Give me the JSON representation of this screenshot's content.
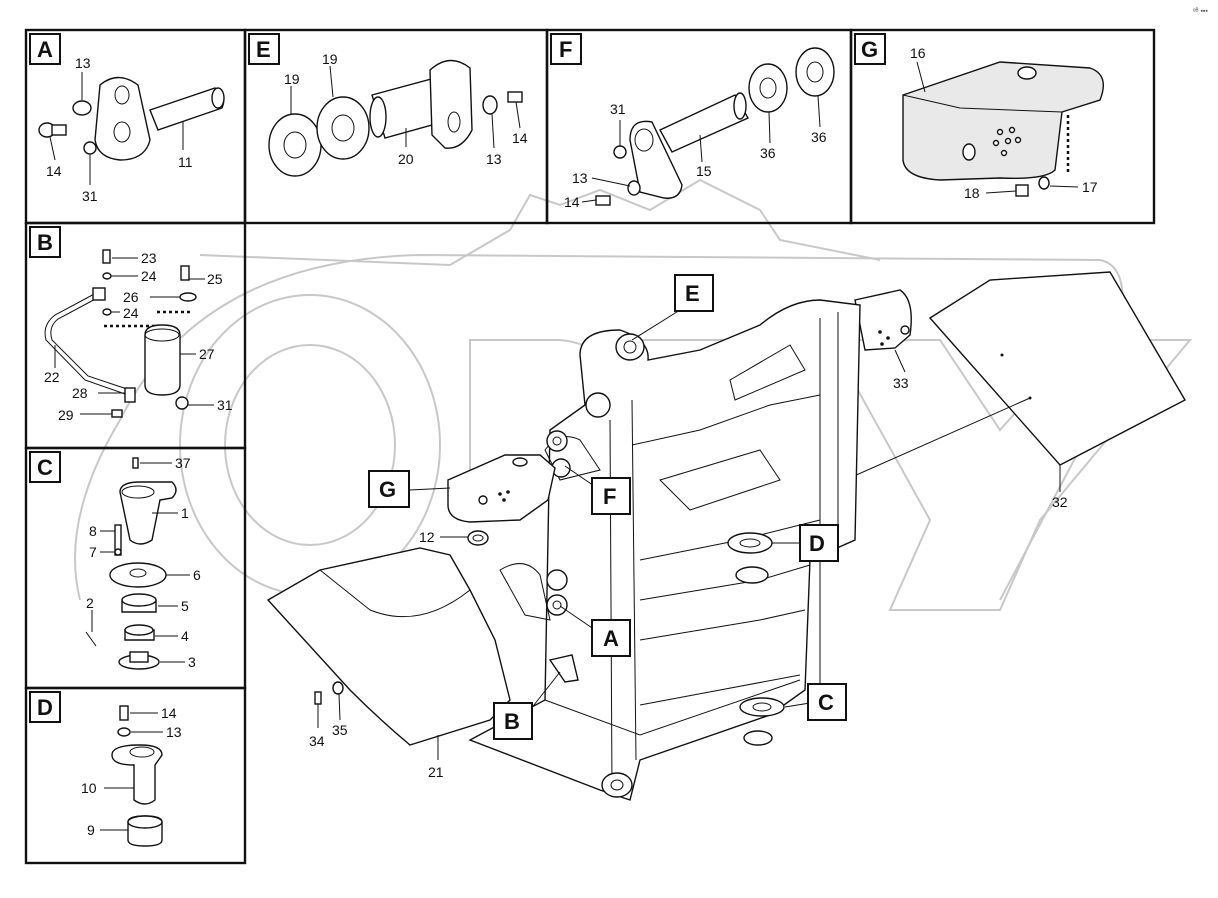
{
  "corner_mark": "ᵉᴮ ▪▪▪",
  "panels": {
    "A": {
      "letter": "A",
      "labels": {
        "p13": "13",
        "p14": "14",
        "p31": "31",
        "p11": "11"
      }
    },
    "B": {
      "letter": "B",
      "labels": {
        "p23": "23",
        "p24a": "24",
        "p25": "25",
        "p26": "26",
        "p24b": "24",
        "p27": "27",
        "p22": "22",
        "p28": "28",
        "p29": "29",
        "p31": "31"
      }
    },
    "C": {
      "letter": "C",
      "labels": {
        "p37": "37",
        "p1": "1",
        "p8": "8",
        "p7": "7",
        "p6": "6",
        "p2": "2",
        "p5": "5",
        "p4": "4",
        "p3": "3"
      }
    },
    "D": {
      "letter": "D",
      "labels": {
        "p14": "14",
        "p13": "13",
        "p10": "10",
        "p9": "9"
      }
    },
    "E": {
      "letter": "E",
      "labels": {
        "p19a": "19",
        "p19b": "19",
        "p20": "20",
        "p13": "13",
        "p14": "14"
      }
    },
    "F": {
      "letter": "F",
      "labels": {
        "p31": "31",
        "p13": "13",
        "p14": "14",
        "p15": "15",
        "p36a": "36",
        "p36b": "36"
      }
    },
    "G": {
      "letter": "G",
      "labels": {
        "p16": "16",
        "p18": "18",
        "p17": "17"
      }
    }
  },
  "main": {
    "callouts": {
      "E": "E",
      "G": "G",
      "F": "F",
      "D": "D",
      "A": "A",
      "B": "B",
      "C": "C"
    },
    "labels": {
      "p33": "33",
      "p32": "32",
      "p12": "12",
      "p34": "34",
      "p35": "35",
      "p21": "21"
    }
  }
}
